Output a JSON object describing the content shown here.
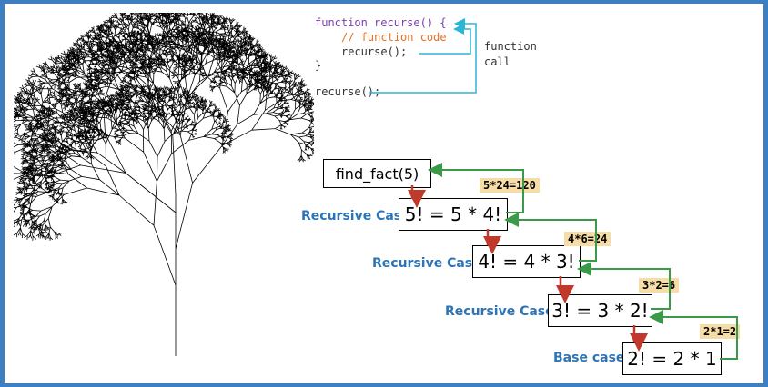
{
  "code": {
    "line1_kw": "function",
    "line1_rest": " recurse() {",
    "line2": "// function code",
    "line3": "recurse();",
    "line4": "}",
    "line5": "recurse();",
    "call_label_1": "function",
    "call_label_2": "call"
  },
  "factorial": {
    "start": "find_fact(5)",
    "steps": [
      {
        "label": "Recursive Case",
        "expr": "5! = 5 * 4!",
        "result": "5*24=120"
      },
      {
        "label": "Recursive Case",
        "expr": "4! = 4 * 3!",
        "result": "4*6=24"
      },
      {
        "label": "Recursive Case",
        "expr": "3! = 3 * 2!",
        "result": "3*2=6"
      },
      {
        "label": "Base case",
        "expr": "2! = 2 * 1",
        "result": "2*1=2"
      }
    ]
  },
  "colors": {
    "frame": "#3d7fc1",
    "call_arrow": "#2ab7d6",
    "return_arrow": "#3a9a4a",
    "down_arrow": "#c0392b",
    "label": "#2e74b5",
    "result_bg": "#f6dca6"
  }
}
